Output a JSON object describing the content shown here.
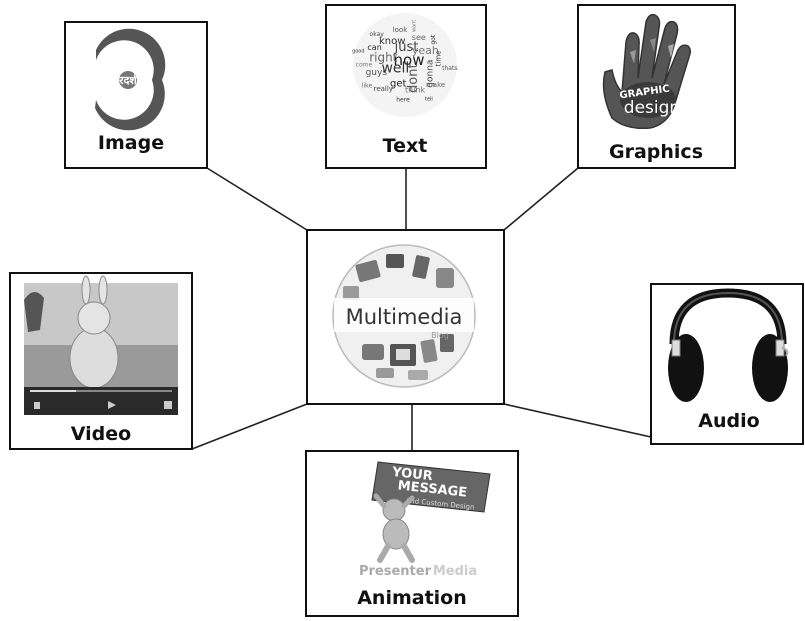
{
  "center": {
    "label": "Multimedia",
    "sub_label": "Blog"
  },
  "nodes": [
    {
      "id": "image",
      "label": "Image",
      "art_text": "दूरदर्शन",
      "icon": "doordarshan-logo-icon"
    },
    {
      "id": "text",
      "label": "Text",
      "icon": "word-cloud-icon"
    },
    {
      "id": "graphics",
      "label": "Graphics",
      "art_text": [
        "GRAPHIC",
        "design"
      ],
      "icon": "painted-hand-icon"
    },
    {
      "id": "video",
      "label": "Video",
      "icon": "video-player-icon"
    },
    {
      "id": "audio",
      "label": "Audio",
      "icon": "headphones-icon"
    },
    {
      "id": "animation",
      "label": "Animation",
      "art_text": [
        "YOUR",
        "MESSAGE",
        "and Custom Design",
        "Presenter",
        "Media"
      ],
      "icon": "sign-carrying-figure-icon"
    }
  ],
  "word_cloud": [
    "now",
    "well",
    "just",
    "dont",
    "right",
    "yeah",
    "get",
    "know",
    "gonna",
    "guys",
    "see",
    "think",
    "can",
    "time",
    "really",
    "look",
    "make",
    "come",
    "got",
    "here",
    "okay",
    "thats",
    "like",
    "want",
    "tell",
    "good"
  ]
}
